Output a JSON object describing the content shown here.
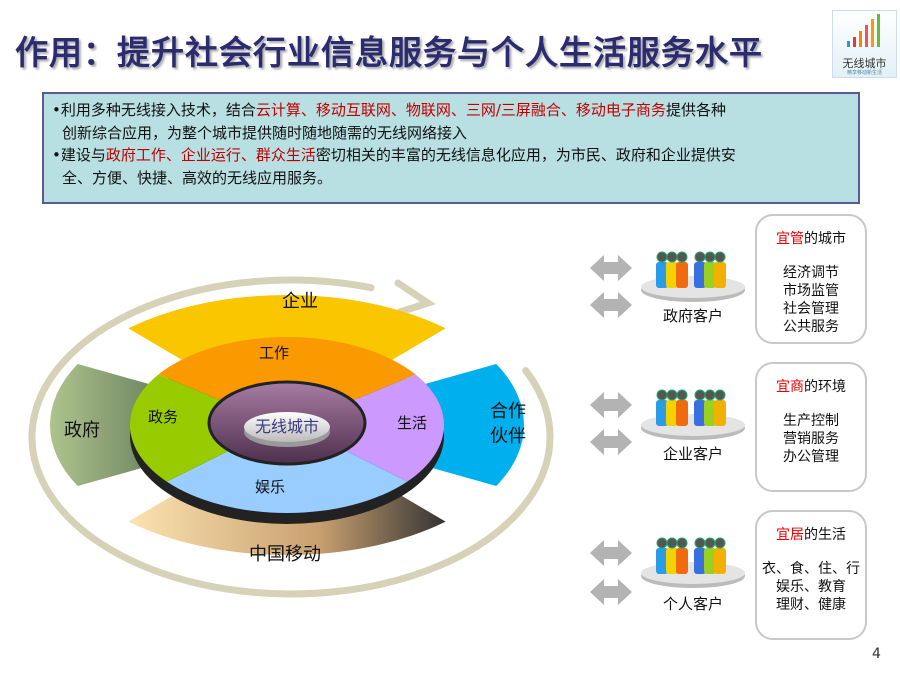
{
  "title": "作用：提升社会行业信息服务与个人生活服务水平",
  "logo": {
    "text": "无线城市",
    "subtext": "精享移动新生活"
  },
  "info": {
    "bullet1": {
      "pre": "利用多种无线接入技术，结合",
      "red": "云计算、移动互联网、物联网、三网/三屏融合、移动电子商务",
      "post": "提供各种",
      "line2": "创新综合应用，为整个城市提供随时随地随需的无线网络接入"
    },
    "bullet2": {
      "pre": "建设与",
      "red": "政府工作、企业运行、群众生活",
      "post": "密切相关的丰富的无线信息化应用，为市民、政府和企业提供安",
      "line2": "全、方便、快捷、高效的无线应用服务。"
    }
  },
  "diagram": {
    "outer": {
      "top": "企业",
      "left": "政府",
      "right_l1": "合作",
      "right_l2": "伙伴",
      "bottom": "中国移动"
    },
    "inner": {
      "top": "工作",
      "left": "政务",
      "right": "生活",
      "bottom": "娱乐"
    },
    "center": "无线城市",
    "colors": {
      "top": "#f9c600",
      "left": "#8a9e6e",
      "right": "#00b0ee",
      "bottom": "#fdca62",
      "in_top": "#fa9a00",
      "in_left": "#99cc00",
      "in_right": "#cc99ff",
      "in_bottom": "#99ccff",
      "ring": "#d6d2b8"
    }
  },
  "customers": [
    {
      "label": "政府客户",
      "head_red": "宜管",
      "head_rest": "的城市",
      "items": [
        "经济调节",
        "市场监管",
        "社会管理",
        "公共服务"
      ]
    },
    {
      "label": "企业客户",
      "head_red": "宜商",
      "head_rest": "的环境",
      "items": [
        "生产控制",
        "营销服务",
        "办公管理"
      ]
    },
    {
      "label": "个人客户",
      "head_red": "宜居",
      "head_rest": "的生活",
      "items": [
        "衣、食、住、行",
        "娱乐、教育",
        "理财、健康"
      ]
    }
  ],
  "page_number": "4"
}
